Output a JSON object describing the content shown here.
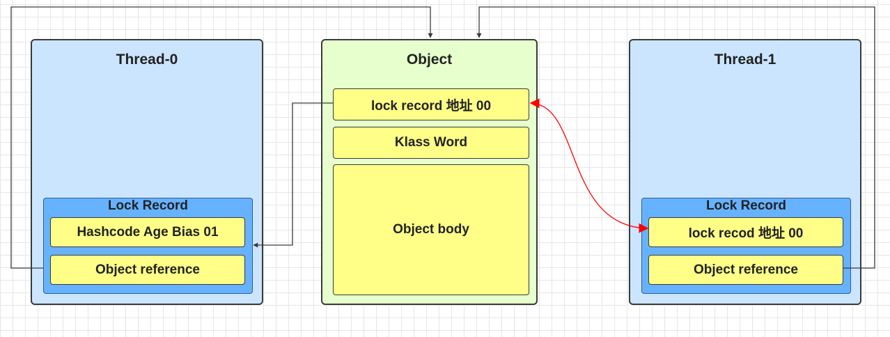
{
  "thread0": {
    "title": "Thread-0",
    "lock_record_title": "Lock Record",
    "field1": "Hashcode Age Bias 01",
    "field2": "Object reference"
  },
  "object": {
    "title": "Object",
    "mark_word": "lock  record 地址 00",
    "klass_word": "Klass Word",
    "body": "Object body"
  },
  "thread1": {
    "title": "Thread-1",
    "lock_record_title": "Lock Record",
    "field1": "lock recod 地址 00",
    "field2": "Object reference"
  },
  "colors": {
    "thread_fill": "#cce5ff",
    "object_fill": "#e6ffcc",
    "lock_record_fill": "#66b2ff",
    "field_fill": "#ffff88",
    "connector": "#3a3a3a",
    "cas_arrow": "#ff0000"
  }
}
